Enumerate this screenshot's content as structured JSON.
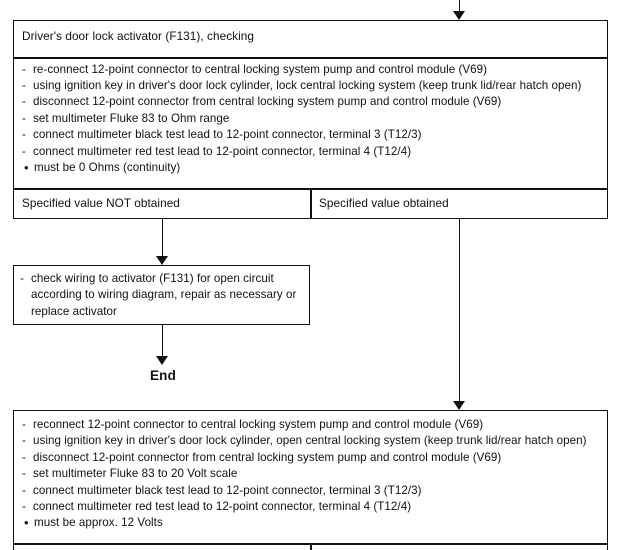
{
  "diagram": {
    "title": "Driver's door lock activator (F131), checking",
    "top_connector": "arrow-down-into-check-block",
    "check_block": {
      "header": "Driver's door lock activator (F131), checking",
      "steps": [
        {
          "marker": "-",
          "text": "re-connect 12-point connector to central locking system pump and control module (V69)"
        },
        {
          "marker": "-",
          "text": "using ignition key in driver's door lock cylinder, lock central locking system (keep trunk lid/rear hatch open)"
        },
        {
          "marker": "-",
          "text": "disconnect 12-point connector from central locking system pump and control module (V69)"
        },
        {
          "marker": "-",
          "text": "set multimeter Fluke 83 to Ohm range"
        },
        {
          "marker": "-",
          "text": "connect multimeter black test lead to 12-point connector, terminal 3 (T12/3)"
        },
        {
          "marker": "-",
          "text": "connect multimeter red test lead to 12-point connector, terminal 4 (T12/4)"
        },
        {
          "marker": "•",
          "text": "must be 0 Ohms (continuity)"
        }
      ],
      "branches": {
        "left": "Specified value NOT obtained",
        "right": "Specified value obtained"
      }
    },
    "repair_block": {
      "steps": [
        {
          "marker": "-",
          "text": "check wiring to activator (F131) for open circuit according to wiring diagram, repair as necessary or replace activator"
        }
      ]
    },
    "end_label": "End",
    "voltage_block": {
      "steps": [
        {
          "marker": "-",
          "text": "reconnect 12-point connector to central locking system pump and control module (V69)"
        },
        {
          "marker": "-",
          "text": "using ignition key in driver's door lock cylinder, open central locking system (keep trunk lid/rear hatch open)"
        },
        {
          "marker": "-",
          "text": "disconnect 12-point connector from central locking system pump and control  module (V69)"
        },
        {
          "marker": "-",
          "text": "set multimeter Fluke 83 to 20 Volt scale"
        },
        {
          "marker": "-",
          "text": "connect multimeter black test lead to 12-point connector, terminal 3 (T12/3)"
        },
        {
          "marker": "-",
          "text": "connect multimeter red test lead to 12-point connector, terminal 4 (T12/4)"
        },
        {
          "marker": "•",
          "text": "must be approx. 12 Volts"
        }
      ]
    },
    "colors": {
      "ink": "#111111",
      "paper": "#ffffff"
    }
  }
}
